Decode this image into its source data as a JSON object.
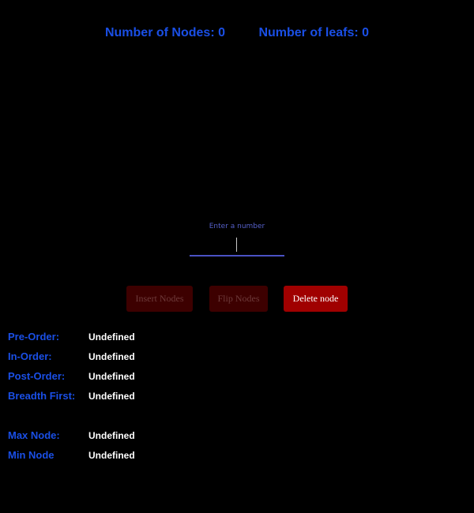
{
  "stats": {
    "nodes_label": "Number of Nodes: 0",
    "leafs_label": "Number of leafs: 0"
  },
  "input": {
    "label": "Enter a number",
    "value": ""
  },
  "buttons": {
    "insert": "Insert Nodes",
    "flip": "Flip Nodes",
    "delete": "Delete node"
  },
  "traversals": [
    {
      "label": "Pre-Order:",
      "value": "Undefined"
    },
    {
      "label": "In-Order:",
      "value": "Undefined"
    },
    {
      "label": "Post-Order:",
      "value": "Undefined"
    },
    {
      "label": "Breadth First:",
      "value": "Undefined"
    }
  ],
  "extremes": [
    {
      "label": "Max Node:",
      "value": "Undefined"
    },
    {
      "label": "Min Node",
      "value": "Undefined"
    }
  ],
  "colors": {
    "background": "#000000",
    "accent_blue": "#1a4fe6",
    "disabled_button": "#3d0000",
    "active_button": "#a00000",
    "input_underline": "#4a52c4"
  }
}
